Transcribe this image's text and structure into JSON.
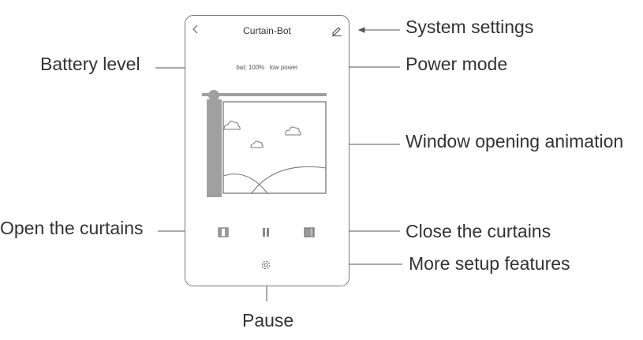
{
  "app": {
    "title": "Curtain-Bot",
    "back_icon": "back-chevron-icon",
    "edit_icon": "edit-pencil-icon"
  },
  "status": {
    "battery": "bat: 100%",
    "power_mode": "low power"
  },
  "controls": {
    "open_icon": "curtain-open-icon",
    "pause_icon": "pause-icon",
    "close_icon": "curtain-close-icon",
    "settings_icon": "gear-icon"
  },
  "annotations": {
    "system_settings": "System settings",
    "battery_level": "Battery level",
    "power_mode": "Power mode",
    "window_animation": "Window opening animation",
    "open_curtains": "Open the curtains",
    "close_curtains": "Close the curtains",
    "more_setup": "More setup features",
    "pause": "Pause"
  },
  "colors": {
    "outline": "#777777",
    "curtain": "#a0a0a0",
    "text": "#333333"
  }
}
